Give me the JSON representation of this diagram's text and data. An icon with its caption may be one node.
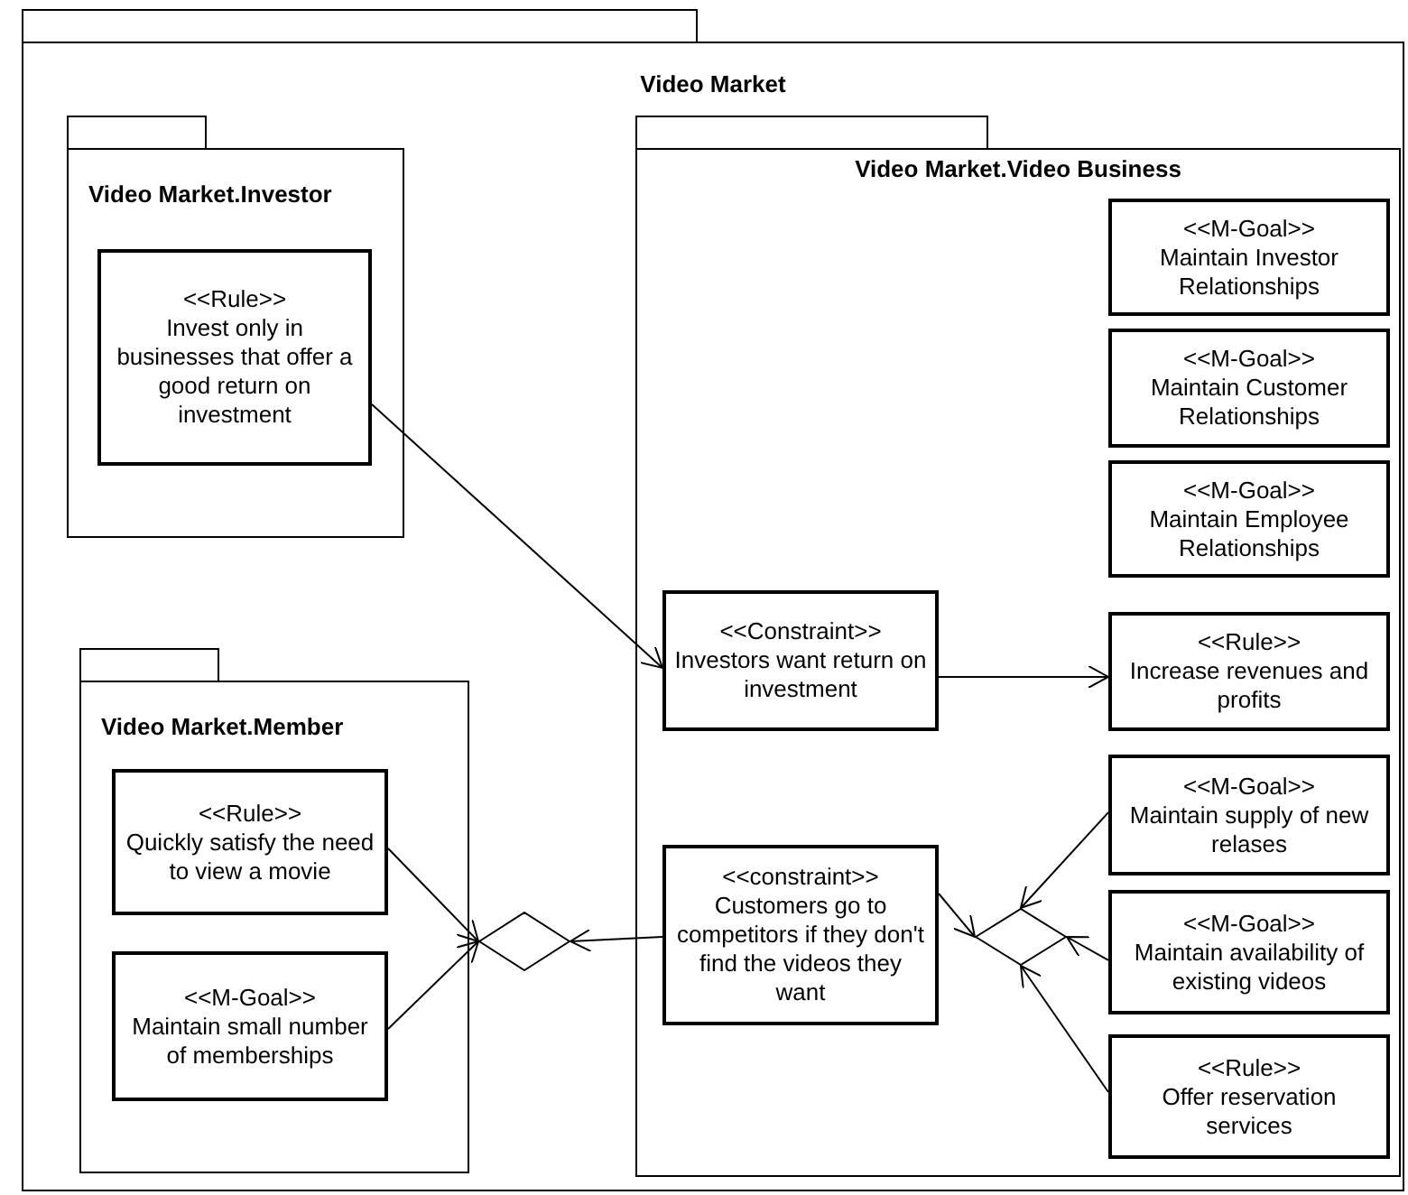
{
  "diagram": {
    "nodes": [
      {
        "text": [
          "Video Market"
        ]
      },
      {
        "text": [
          "Video Market.Investor"
        ],
        "in": 0
      },
      {
        "text": [
          "<<Rule>>",
          "Invest only in businesses that offer a good return on investment"
        ],
        "in": 1
      },
      {
        "text": [
          "Video Market.Video Business"
        ],
        "in": 0
      },
      {
        "text": [
          "<<M-Goal>>",
          "Maintain Investor Relationships"
        ],
        "in": 3
      },
      {
        "text": [
          "<<M-Goal>>",
          "Maintain Customer Relationships"
        ],
        "in": 3
      },
      {
        "text": [
          "<<M-Goal>>",
          "Maintain Employee Relationships"
        ],
        "in": 3
      },
      {
        "text": [
          "<<Constraint>>",
          "Investors want return on investment"
        ],
        "in": 3
      },
      {
        "text": [
          "<<Rule>>",
          "Increase revenues and profits"
        ],
        "in": 3
      },
      {
        "text": [
          "<<M-Goal>>",
          "Maintain supply of new relases"
        ],
        "in": 3
      },
      {
        "text": [
          "<<constraint>>",
          "Customers go to competitors  if they don't find the videos they want"
        ],
        "in": 3
      },
      {
        "text": [
          "<<M-Goal>>",
          "Maintain availability of existing videos"
        ],
        "in": 3
      },
      {
        "text": [
          "<<Rule>>",
          "Offer reservation services"
        ],
        "in": 3
      },
      {
        "text": [],
        "shape": "diamond",
        "in": 3
      },
      {
        "text": [
          "Video Market.Member"
        ],
        "in": 0
      },
      {
        "text": [
          "<<Rule>>",
          "Quickly satisfy the need to view a movie"
        ],
        "in": 14
      },
      {
        "text": [
          "<<M-Goal>>",
          "Maintain small number of memberships"
        ],
        "in": 14
      },
      {
        "text": [],
        "shape": "diamond",
        "in": 0
      }
    ],
    "edges": [
      {
        "from": 2,
        "to": 7,
        "arrow": "to"
      },
      {
        "from": 7,
        "to": 8,
        "arrow": "to"
      },
      {
        "from": 9,
        "to": 13,
        "arrow": "to"
      },
      {
        "from": 11,
        "to": 13,
        "arrow": "to"
      },
      {
        "from": 12,
        "to": 13,
        "arrow": "to"
      },
      {
        "from": 10,
        "to": 13,
        "arrow": "to"
      },
      {
        "from": 10,
        "to": 17,
        "arrow": "to"
      },
      {
        "from": 15,
        "to": 17,
        "arrow": "to"
      },
      {
        "from": 16,
        "to": 17,
        "arrow": "to"
      }
    ]
  }
}
